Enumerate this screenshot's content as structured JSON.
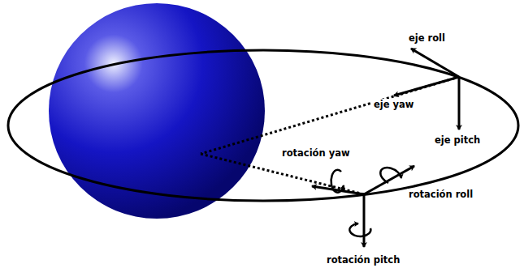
{
  "diagram": {
    "labels": [
      "eje roll",
      "eje yaw",
      "eje pitch",
      "rotación yaw",
      "rotación roll",
      "rotación pitch"
    ]
  }
}
